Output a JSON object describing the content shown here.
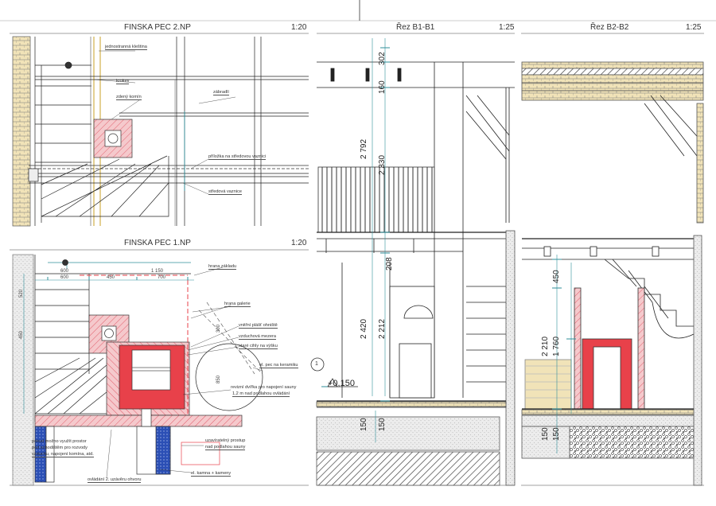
{
  "panels": {
    "top_left": {
      "title": "FINSKA PEC 2.NP",
      "scale": "1:20"
    },
    "bottom_left": {
      "title": "FINSKA PEC 1.NP",
      "scale": "1:20"
    },
    "section_b1": {
      "title": "Řez B1-B1",
      "scale": "1:25"
    },
    "section_b2": {
      "title": "Řez B2-B2",
      "scale": "1:25"
    }
  },
  "top_left_notes": {
    "n1": "jednostranná kleština",
    "n2": "krokev",
    "n3": "zdený komín",
    "n4": "zábradlí",
    "n5": "příložka na středovou vaznici",
    "n6": "středová vaznice"
  },
  "bottom_left_notes": {
    "n1": "hrana základu",
    "n2": "hrana galerie",
    "n3": "vnitřní plášť ohniště",
    "n4": "vzduchová mezera",
    "n5": "staré cihly na výšku",
    "n6": "el. pec na keramiku",
    "n7": "revizní dvířka pro napojení sauny",
    "n8": "1,2 m nad podlahou ovládání",
    "n9": "uzavíratelný prostup",
    "n10": "nad podlahou sauny",
    "n11": "pokud možno využít prostor",
    "n12": "pod schodištěm pro rozvody",
    "n13": "vzduchu, napojení komína, atd.",
    "n14": "el. kamna + kameny",
    "n15": "ovládání 2. uzávěru ohvoru"
  },
  "bottom_left_dims": {
    "d1": "600",
    "d2": "600",
    "d3": "1 150",
    "d4": "450",
    "d5": "700",
    "d6": "520",
    "d7": "450",
    "d8": "300",
    "d9": "850"
  },
  "section_b1_dims": {
    "d302": "302",
    "d160": "160",
    "d2792": "2 792",
    "d2330": "2 330",
    "d208": "208",
    "d2420": "2 420",
    "d2212": "2 212",
    "d150a": "150",
    "d150b": "150",
    "level": "+0,150",
    "marker": "1"
  },
  "section_b2_dims": {
    "d450": "450",
    "d2210": "2 210",
    "d1760": "1 760",
    "d150a": "150",
    "d150b": "150"
  },
  "colors": {
    "line": "#222222",
    "red_brick": "#e8414a",
    "pink_fill": "#f5c9cc",
    "insulation": "#f1e3b8",
    "cyan_dim": "#2f8f9a",
    "blue_wall": "#2b4fb5",
    "grey_wall": "#9a9a9a",
    "yellow_line": "#c9a227"
  }
}
